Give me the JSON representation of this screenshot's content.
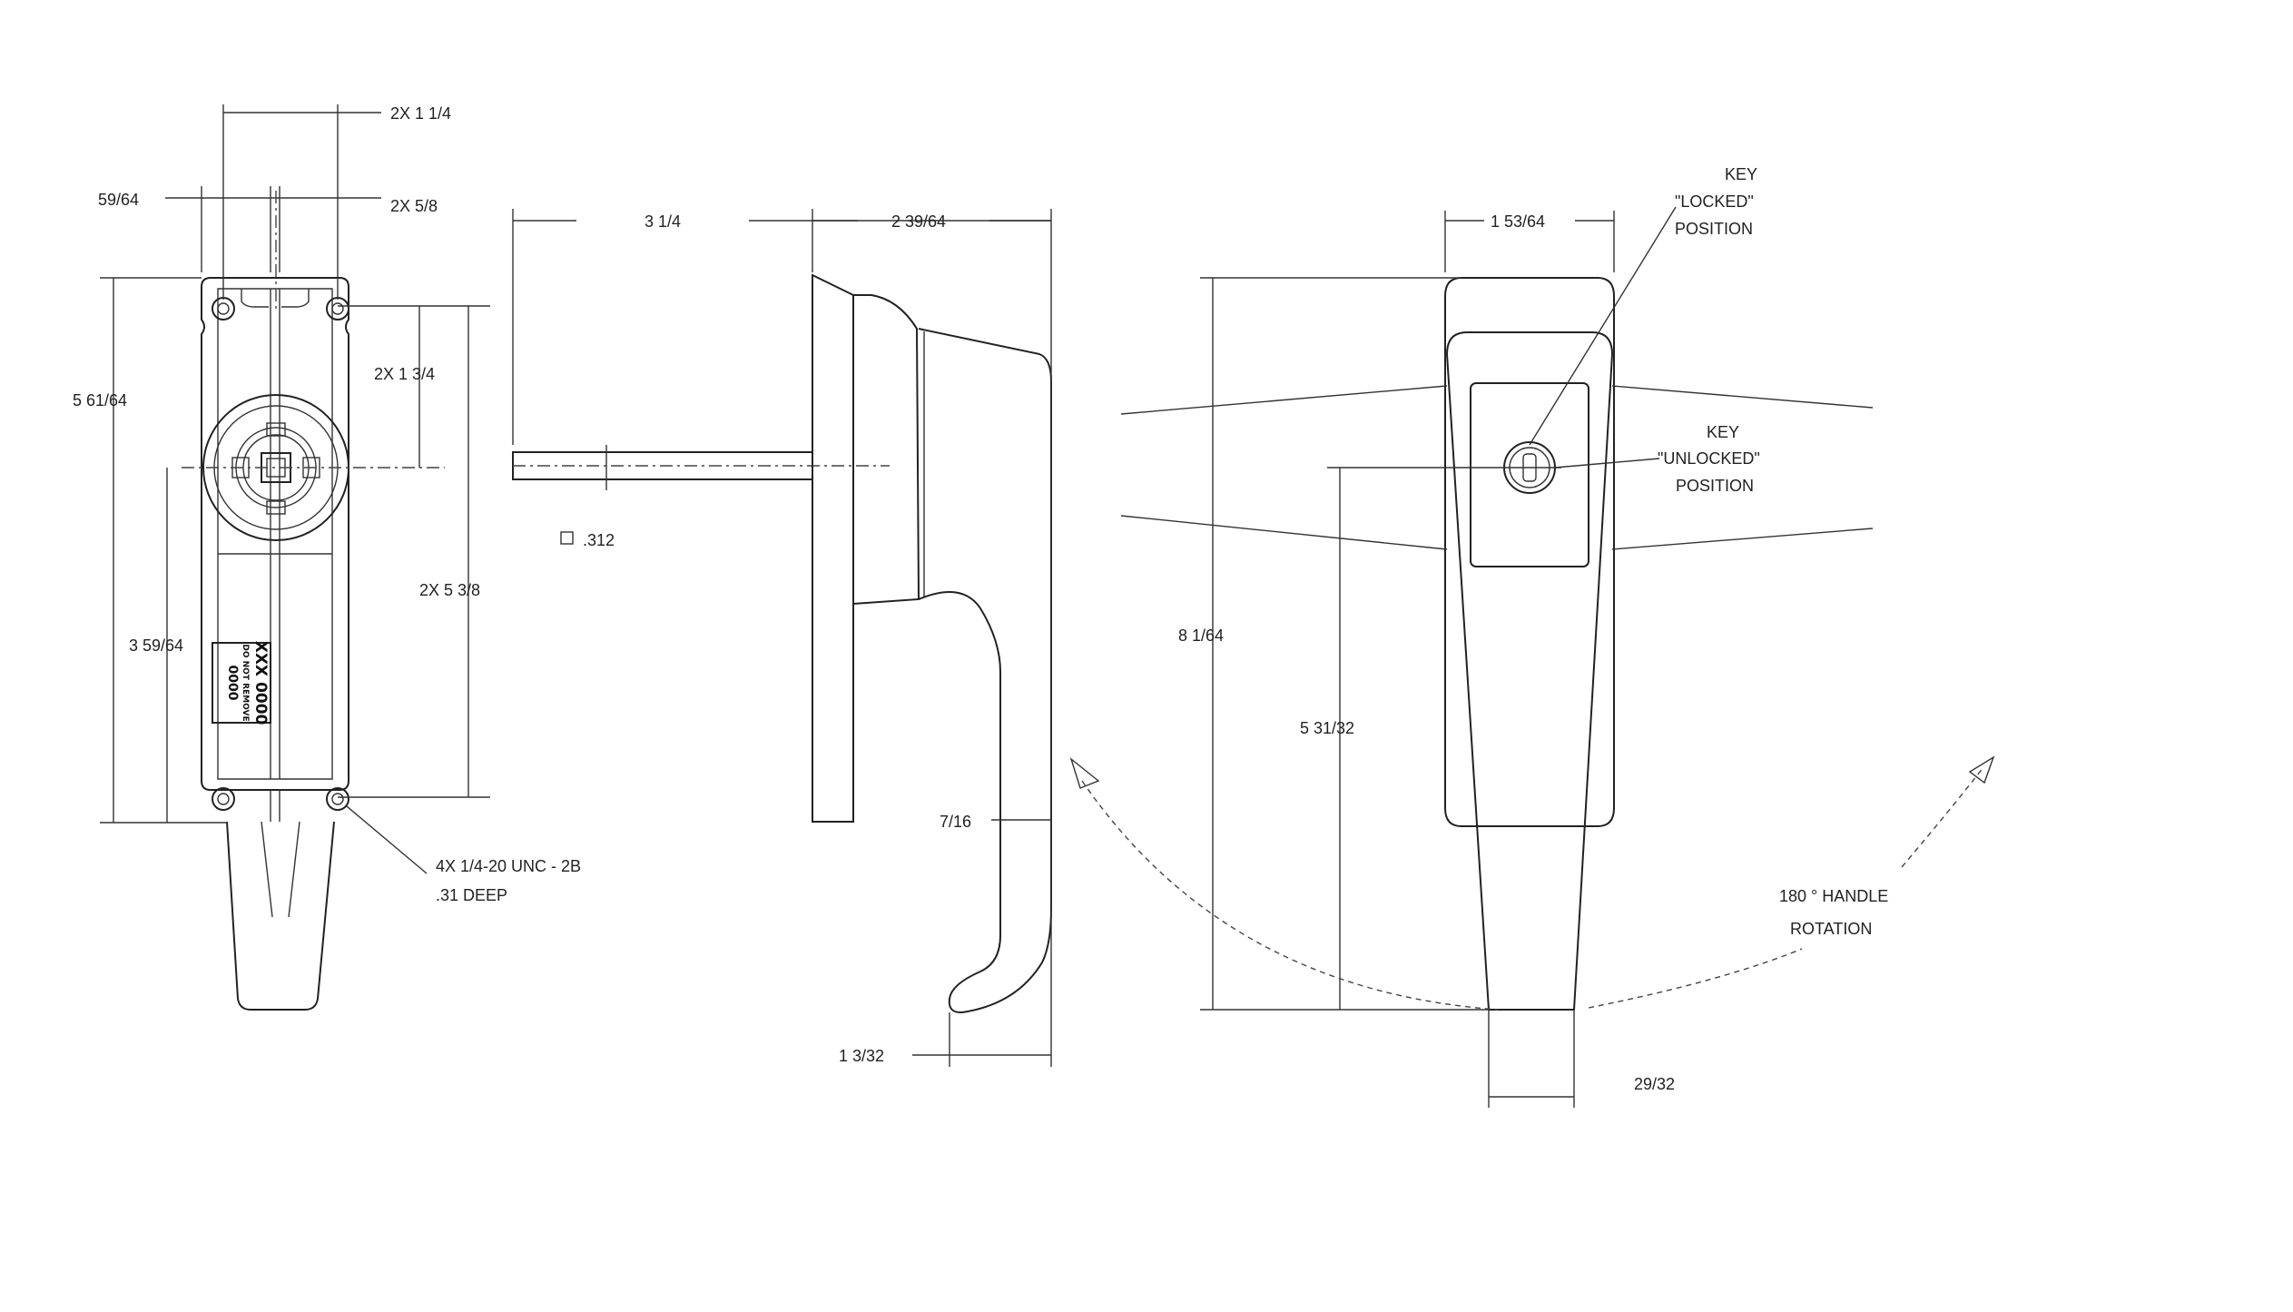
{
  "front_view": {
    "dim_bolt_spacing_width": "2X   1 1/4",
    "dim_inner_width": "2X   5/8",
    "dim_left_offset": "59/64",
    "dim_overall_height": "5 61/64",
    "dim_top_to_center": "2X  1 3/4",
    "dim_bolt_spacing_height": "2X   5 3/8",
    "dim_center_to_bottom": "3 59/64",
    "thread_callout_1": "4X 1/4-20 UNC - 2B",
    "thread_callout_2": ".31 DEEP",
    "label_line_1": "0000",
    "label_line_2": "DO NOT REMOVE",
    "label_line_3": "XXX 0000"
  },
  "side_view": {
    "dim_shaft_length": "3 1/4",
    "dim_handle_depth": "2 39/64",
    "dim_shaft_square": ".312",
    "dim_handle_thickness": "7/16",
    "dim_handle_tip": "1 3/32"
  },
  "handle_view": {
    "dim_top_width": "1 53/64",
    "dim_overall_height": "8 1/64",
    "dim_key_center_height": "5 31/32",
    "dim_bottom_width": "29/32",
    "key_locked_1": "KEY",
    "key_locked_2": "\"LOCKED\"",
    "key_locked_3": "POSITION",
    "key_unlocked_1": "KEY",
    "key_unlocked_2": "\"UNLOCKED\"",
    "key_unlocked_3": "POSITION",
    "rotation_1": "180  °  HANDLE",
    "rotation_2": "ROTATION"
  }
}
